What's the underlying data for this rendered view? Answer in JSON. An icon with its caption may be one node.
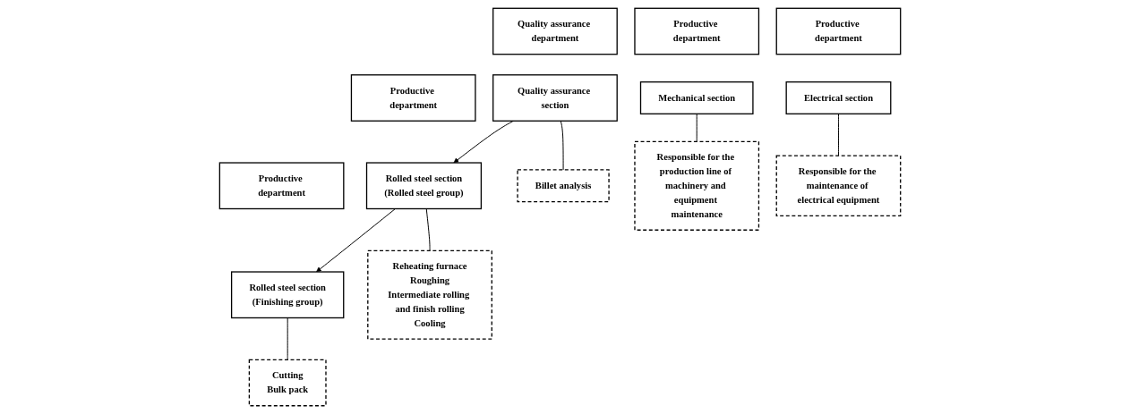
{
  "diagram": {
    "nodes": [
      {
        "text": [
          "Quality assurance department"
        ]
      },
      {
        "text": [
          "Productive department"
        ]
      },
      {
        "text": [
          "Productive department"
        ]
      },
      {
        "text": [
          "Productive department"
        ]
      },
      {
        "text": [
          "Productive department"
        ]
      },
      {
        "text": [
          "Quality assurance section"
        ]
      },
      {
        "text": [
          "Rolled steel section",
          "(Rolled steel group)"
        ]
      },
      {
        "text": [
          "Rolled steel section",
          "(Finishing group)"
        ]
      },
      {
        "text": [
          "Mechanical section"
        ]
      },
      {
        "text": [
          "Electrical section"
        ]
      },
      {
        "text": [
          "Billet analysis"
        ]
      },
      {
        "text": [
          "Reheating furnace",
          "Roughing",
          "Intermediate rolling and finish rolling",
          "Cooling"
        ]
      },
      {
        "text": [
          "Cutting",
          "Bulk pack"
        ]
      },
      {
        "text": [
          "Responsible for the production line of machinery and equipment maintenance"
        ]
      },
      {
        "text": [
          "Responsible for the maintenance of electrical equipment"
        ]
      }
    ],
    "edges": [
      {
        "from": 5,
        "to": 6,
        "arrow": "to"
      },
      {
        "from": 6,
        "to": 7,
        "arrow": "to"
      },
      {
        "from": 5,
        "to": 10,
        "arrow": "none"
      },
      {
        "from": 6,
        "to": 11,
        "arrow": "none"
      },
      {
        "from": 7,
        "to": 12,
        "arrow": "none"
      },
      {
        "from": 8,
        "to": 13,
        "arrow": "none"
      },
      {
        "from": 9,
        "to": 14,
        "arrow": "none"
      }
    ]
  }
}
